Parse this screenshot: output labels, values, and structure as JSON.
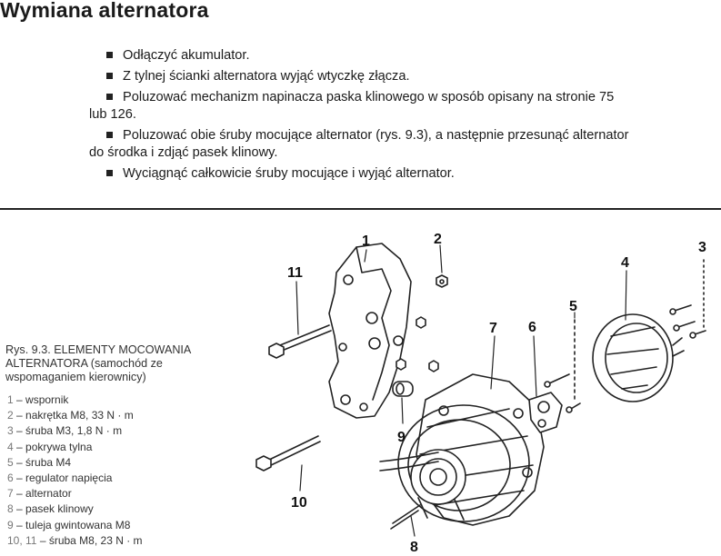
{
  "title": "Wymiana alternatora",
  "steps": [
    "Odłączyć akumulator.",
    "Z tylnej ścianki alternatora wyjąć wtyczkę złącza.",
    "Poluzować mechanizm napinacza paska klinowego w sposób opisany na stronie 75 lub 126.",
    "Poluzować obie śruby mocujące alternator (rys. 9.3), a następnie przesunąć alternator do środka i zdjąć pasek klinowy.",
    "Wyciągnąć całkowicie śruby mocujące i wyjąć alternator."
  ],
  "figure": {
    "caption": "Rys. 9.3. ELEMENTY MOCOWANIA ALTERNATORA (samochód ze wspomaganiem kierownicy)",
    "legend": [
      {
        "num": "1",
        "text": "wspornik"
      },
      {
        "num": "2",
        "text": "nakrętka M8, 33 N · m"
      },
      {
        "num": "3",
        "text": "śruba M3, 1,8 N · m"
      },
      {
        "num": "4",
        "text": "pokrywa tylna"
      },
      {
        "num": "5",
        "text": "śruba M4"
      },
      {
        "num": "6",
        "text": "regulator napięcia"
      },
      {
        "num": "7",
        "text": "alternator"
      },
      {
        "num": "8",
        "text": "pasek klinowy"
      },
      {
        "num": "9",
        "text": "tuleja gwintowana M8"
      },
      {
        "num": "10, 11",
        "text": "śruba M8, 23 N · m"
      }
    ],
    "callouts": [
      "1",
      "2",
      "3",
      "4",
      "5",
      "6",
      "7",
      "8",
      "9",
      "10",
      "11"
    ]
  }
}
